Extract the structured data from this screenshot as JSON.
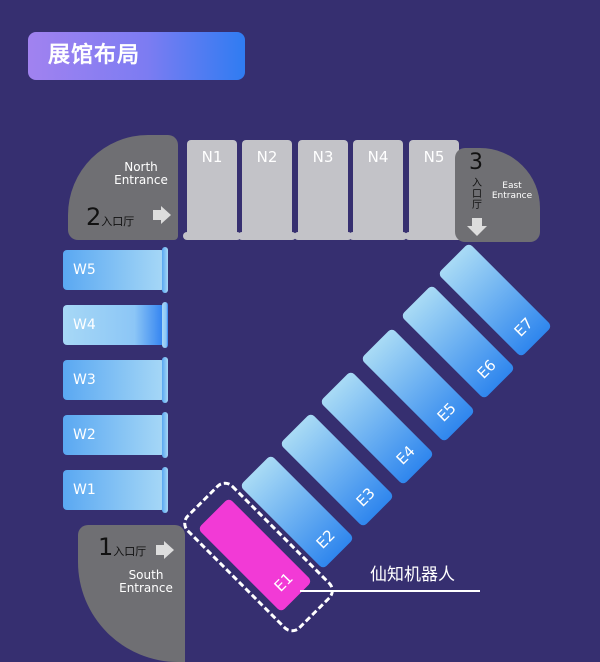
{
  "title": "展馆布局",
  "north_halls": [
    "N1",
    "N2",
    "N3",
    "N4",
    "N5"
  ],
  "west_halls": [
    "W5",
    "W4",
    "W3",
    "W2",
    "W1"
  ],
  "east_halls": [
    "E1",
    "E2",
    "E3",
    "E4",
    "E5",
    "E6",
    "E7"
  ],
  "entrances": {
    "north": {
      "name": "North Entrance",
      "number": "2",
      "hall": "入口厅"
    },
    "east": {
      "name": "East Entrance",
      "number": "3",
      "hall": "入口厅"
    },
    "south": {
      "name": "South Entrance",
      "number": "1",
      "hall": "入口厅"
    }
  },
  "highlight": {
    "hall": "E1",
    "label": "仙知机器人",
    "color": "#f23ad6"
  }
}
